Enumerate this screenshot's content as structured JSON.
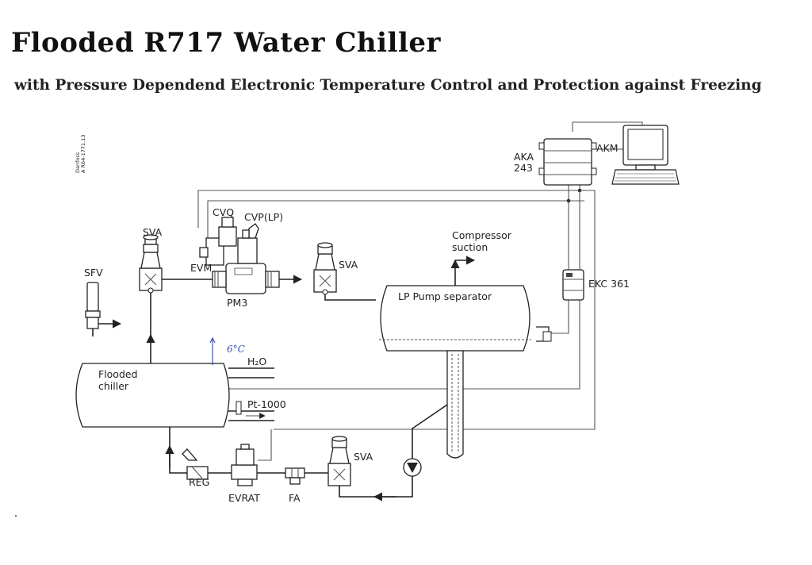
{
  "title": "Flooded R717 Water Chiller",
  "subtitle": "with Pressure Dependend Electronic Temperature Control and Protection against Freezing",
  "margin_note": [
    "Danfoss",
    "A R64-1771.13"
  ],
  "handwritten_note": "6°C",
  "labels": {
    "aka": "AKA",
    "aka_num": "243",
    "akm": "AKM",
    "cvq": "CVQ",
    "cvp": "CVP(LP)",
    "sva_left": "SVA",
    "sva_mid": "SVA",
    "sva_bottom": "SVA",
    "evm": "EVM",
    "pm3": "PM3",
    "sfv": "SFV",
    "compressor_1": "Compressor",
    "compressor_2": "suction",
    "separator": "LP Pump separator",
    "ekc": "EKC 361",
    "chiller_1": "Flooded",
    "chiller_2": "chiller",
    "h2o": "H₂O",
    "pt1000": "Pt-1000",
    "reg": "REG",
    "evrat": "EVRAT",
    "fa": "FA"
  },
  "colors": {
    "line": "#222222",
    "signal": "#555555",
    "note": "#3b4fb0"
  }
}
